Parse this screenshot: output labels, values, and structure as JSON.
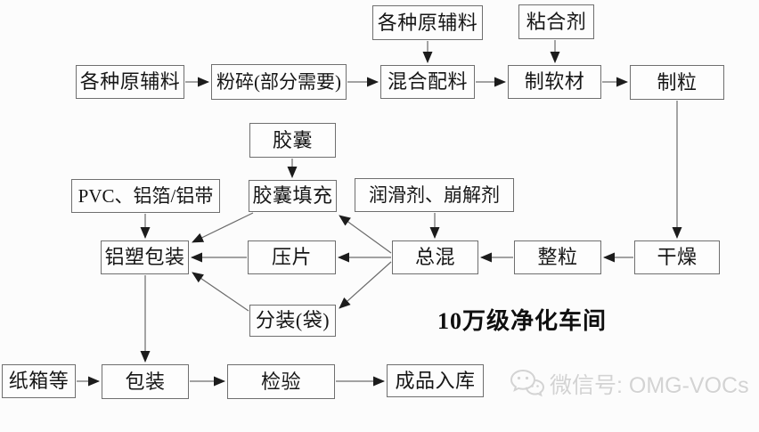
{
  "diagram": {
    "title": "10万级净化车间",
    "watermark_text": "微信号: OMG-VOCs",
    "colors": {
      "box_border": "#6f6f6f",
      "box_text": "#161616",
      "connector_line": "#6b6b6b",
      "arrowhead": "#1c1c1c",
      "watermark_gray": "#d3d3d3",
      "background": "#fcfcfc"
    }
  },
  "nodes": {
    "raw_materials_upper": {
      "label": "各种原辅料"
    },
    "binder": {
      "label": "粘合剂"
    },
    "raw_materials": {
      "label": "各种原辅料"
    },
    "crushing": {
      "label": "粉碎(部分需要)"
    },
    "mixing": {
      "label": "混合配料"
    },
    "soft_material": {
      "label": "制软材"
    },
    "granulation": {
      "label": "制粒"
    },
    "capsule": {
      "label": "胶囊"
    },
    "pvc_foil": {
      "label": "PVC、铝箔/铝带"
    },
    "capsule_filling": {
      "label": "胶囊填充"
    },
    "lubricant_disintegrant": {
      "label": "润滑剂、崩解剂"
    },
    "blister_packing": {
      "label": "铝塑包装"
    },
    "tablet_pressing": {
      "label": "压片"
    },
    "total_mixing": {
      "label": "总混"
    },
    "granule_sizing": {
      "label": "整粒"
    },
    "drying": {
      "label": "干燥"
    },
    "bag_packing": {
      "label": "分装(袋)"
    },
    "cartons": {
      "label": "纸箱等"
    },
    "packaging": {
      "label": "包装"
    },
    "inspection": {
      "label": "检验"
    },
    "warehousing": {
      "label": "成品入库"
    }
  }
}
